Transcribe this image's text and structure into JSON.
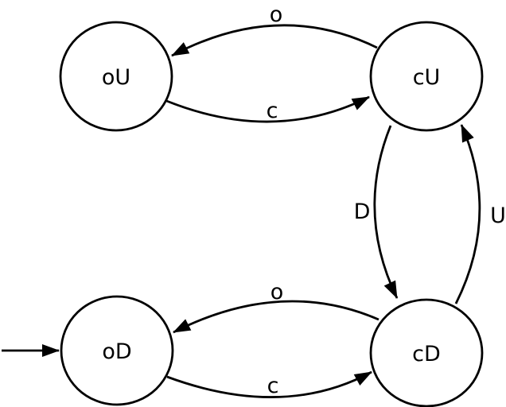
{
  "diagram": {
    "type": "state-machine",
    "colors": {
      "ink": "#000000",
      "paper": "#ffffff"
    },
    "states": [
      {
        "id": "oU",
        "label": "oU",
        "position": "top-left"
      },
      {
        "id": "cU",
        "label": "cU",
        "position": "top-right"
      },
      {
        "id": "oD",
        "label": "oD",
        "position": "bottom-left",
        "initial": true
      },
      {
        "id": "cD",
        "label": "cD",
        "position": "bottom-right"
      }
    ],
    "transitions": [
      {
        "from": "cU",
        "to": "oU",
        "label": "o"
      },
      {
        "from": "oU",
        "to": "cU",
        "label": "c"
      },
      {
        "from": "cU",
        "to": "cD",
        "label": "D"
      },
      {
        "from": "cD",
        "to": "cU",
        "label": "U"
      },
      {
        "from": "cD",
        "to": "oD",
        "label": "o"
      },
      {
        "from": "oD",
        "to": "cD",
        "label": "c"
      }
    ],
    "initial_state": "oD"
  }
}
